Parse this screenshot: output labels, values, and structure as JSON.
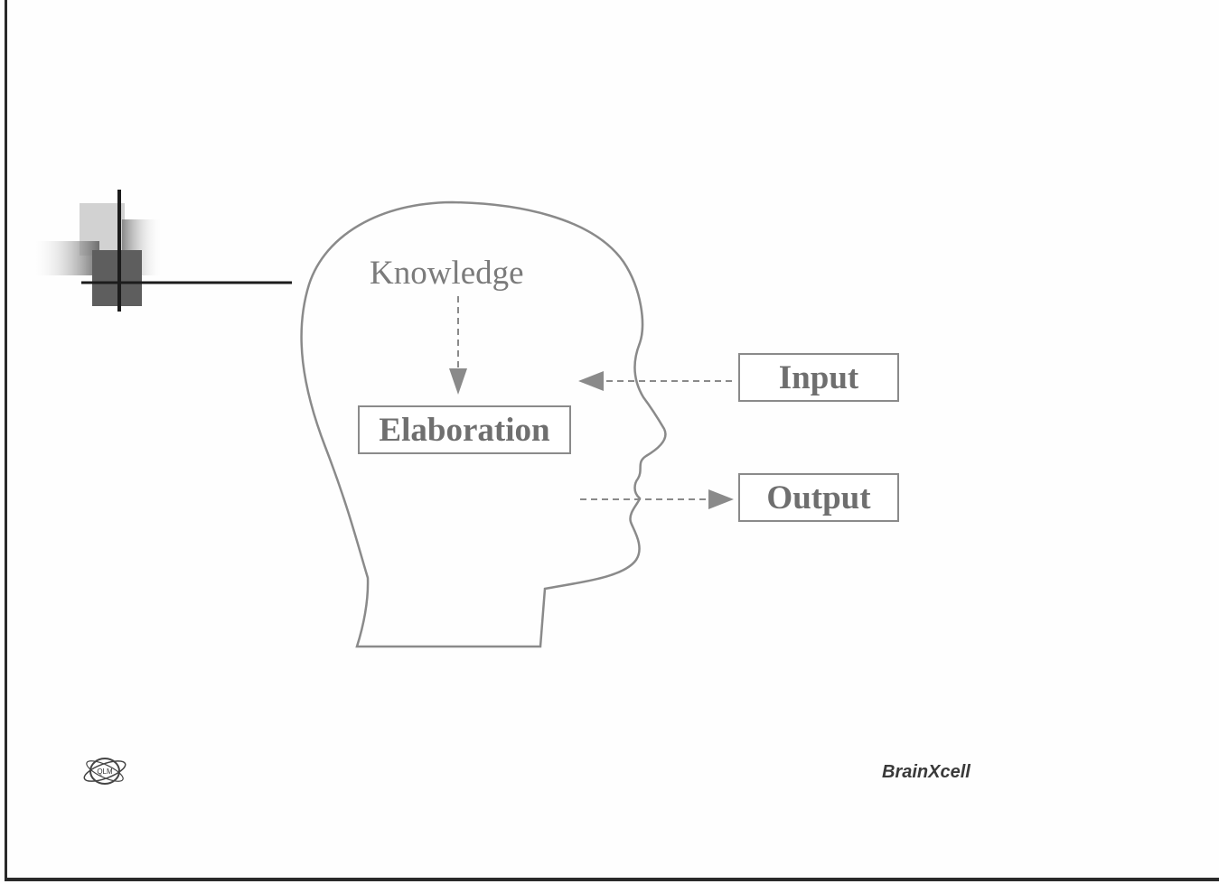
{
  "diagram": {
    "knowledge_label": "Knowledge",
    "elaboration_label": "Elaboration",
    "input_label": "Input",
    "output_label": "Output"
  },
  "logos": {
    "left_logo_text": "QLM",
    "right_logo_text": "BrainXcell"
  },
  "colors": {
    "outline": "#7a7a7a",
    "text": "#6f6f6f",
    "arrow": "#8a8a8a",
    "frame": "#2a2a2a"
  }
}
